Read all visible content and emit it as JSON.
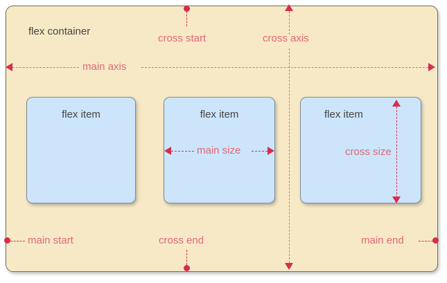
{
  "diagram": {
    "title": "flex container",
    "colors": {
      "container_fill": "#f7e9c6",
      "container_border": "#6b6b63",
      "item_fill": "#cce5fa",
      "item_border": "#7d8b90",
      "label_text": "#444444",
      "annotation_text": "#e0687a",
      "annotation_arrow": "#d62d4e",
      "page_background": "#ffffff"
    },
    "container_label": "flex container",
    "items": [
      {
        "label": "flex item"
      },
      {
        "label": "flex item"
      },
      {
        "label": "flex item"
      }
    ],
    "annotations": {
      "cross_start": "cross start",
      "cross_axis": "cross axis",
      "cross_end": "cross end",
      "main_axis": "main axis",
      "main_start": "main start",
      "main_end": "main end",
      "main_size": "main size",
      "cross_size": "cross size"
    }
  }
}
